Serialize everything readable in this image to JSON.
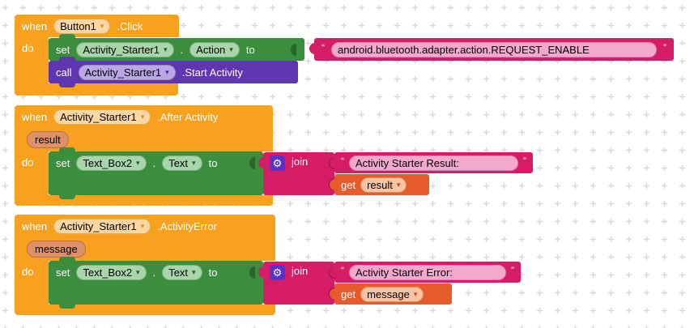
{
  "labels": {
    "when": "when",
    "do": "do",
    "set": "set",
    "call": "call",
    "to": "to",
    "join": "join",
    "get": "get",
    "dot": ".",
    "open_quote": "“",
    "close_quote": "”"
  },
  "icons": {
    "gear": "⚙",
    "dropdown_caret": "▾"
  },
  "colors": {
    "event_block": "#F7A11E",
    "setter_block": "#3A8E3D",
    "method_block": "#5F36B2",
    "text_block": "#D51C66",
    "variable_block": "#E55B2B",
    "gear_badge": "#5733C8",
    "grid_cross": "#D8D8D8",
    "canvas": "#FFFFFF"
  },
  "groups": [
    {
      "event_component": "Button1",
      "event_name": ".Click",
      "set_component": "Activity_Starter1",
      "set_property": "Action",
      "value_text": "android.bluetooth.adapter.action.REQUEST_ENABLE",
      "call_component": "Activity_Starter1",
      "call_method": ".Start Activity"
    },
    {
      "event_component": "Activity_Starter1",
      "event_name": ".After Activity",
      "event_param": "result",
      "set_component": "Text_Box2",
      "set_property": "Text",
      "join_text": "Activity Starter Result:",
      "join_get_var": "result"
    },
    {
      "event_component": "Activity_Starter1",
      "event_name": ".ActivityError",
      "event_param": "message",
      "set_component": "Text_Box2",
      "set_property": "Text",
      "join_text": "Activity Starter Error:",
      "join_get_var": "message"
    }
  ]
}
